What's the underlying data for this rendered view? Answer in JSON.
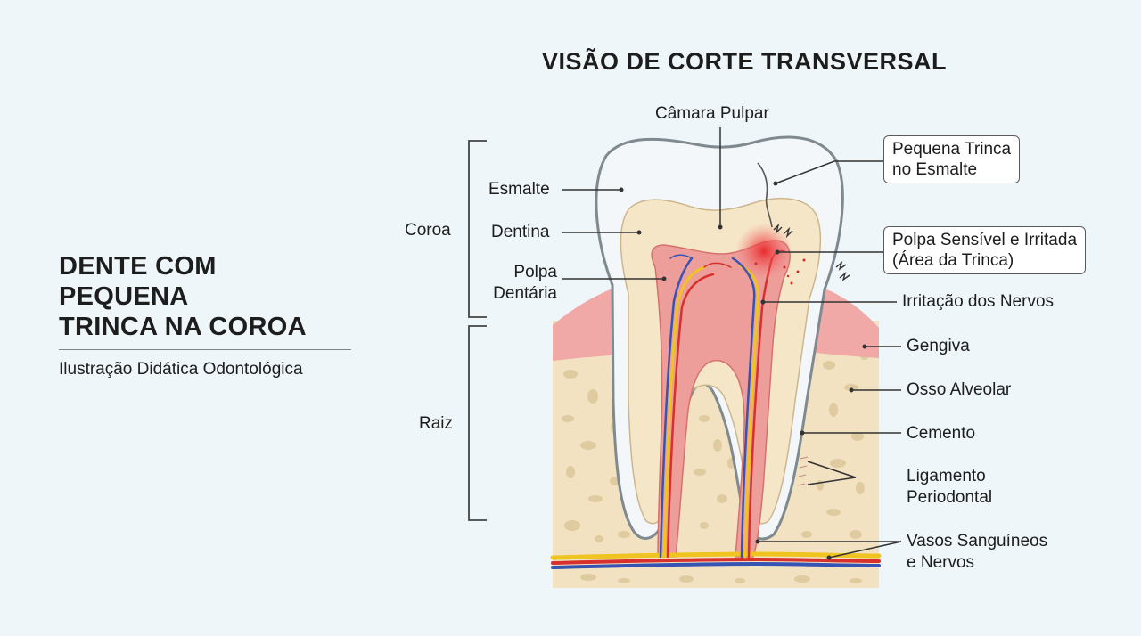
{
  "title": {
    "lines": [
      "DENTE COM",
      "PEQUENA",
      "TRINCA NA COROA"
    ],
    "subtitle": "Ilustração Didática Odontológica"
  },
  "diagram": {
    "heading": "VISÃO DE CORTE TRANSVERSAL",
    "sections": {
      "crown": "Coroa",
      "root": "Raiz"
    },
    "labels": {
      "pulp_chamber": "Câmara Pulpar",
      "enamel": "Esmalte",
      "dentin": "Dentina",
      "pulp_line1": "Polpa",
      "pulp_line2": "Dentária",
      "crack_line1": "Pequena Trinca",
      "crack_line2": "no Esmalte",
      "sensitive_line1": "Polpa Sensível e Irritada",
      "sensitive_line2": "(Área da Trinca)",
      "nerve_irritation": "Irritação dos Nervos",
      "gum": "Gengiva",
      "alveolar_bone": "Osso Alveolar",
      "cementum": "Cemento",
      "ligament_line1": "Ligamento",
      "ligament_line2": "Periodontal",
      "vessels_line1": "Vasos Sanguíneos",
      "vessels_line2": "e Nervos"
    }
  },
  "colors": {
    "background": "#eef6f9",
    "enamel": "#f4f7f9",
    "dentin": "#f6e6c8",
    "pulp": "#ee9e9a",
    "gum": "#f0a9a6",
    "bone": "#f2e2c1",
    "bone_pores": "#dcc79a",
    "artery": "#d8302c",
    "vein": "#3554b3",
    "nerve": "#f0c420",
    "irritation": "#e8242a"
  }
}
